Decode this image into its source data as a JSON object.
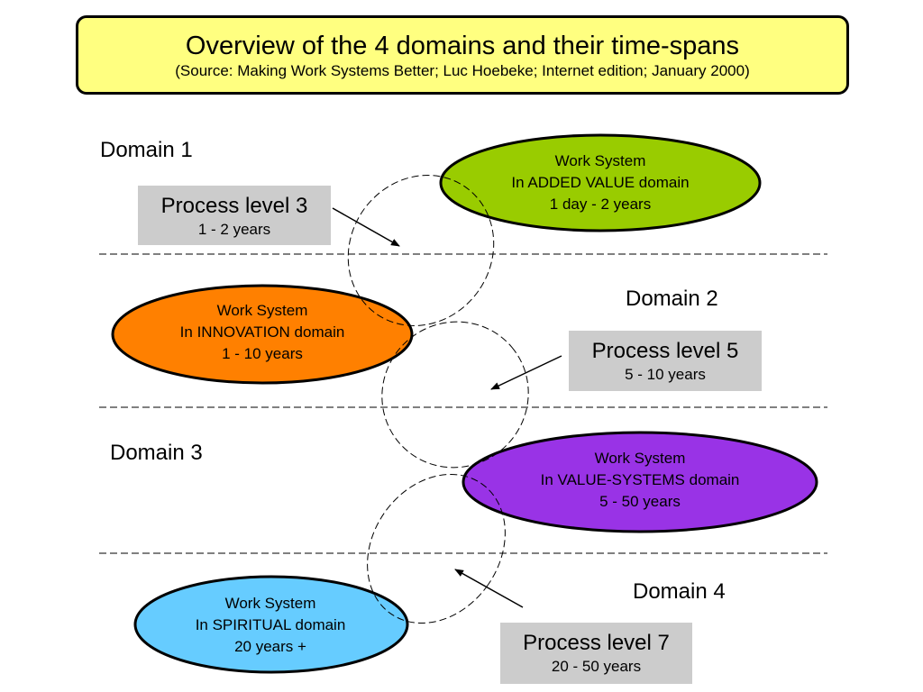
{
  "title": {
    "main": "Overview of the 4 domains and their time-spans",
    "source": "(Source: Making Work Systems Better; Luc Hoebeke; Internet edition; January 2000)"
  },
  "domains": [
    "Domain 1",
    "Domain 2",
    "Domain 3",
    "Domain 4"
  ],
  "work_systems": [
    {
      "line1": "Work System",
      "line2": "In ADDED VALUE domain",
      "line3": "1 day - 2 years",
      "color": "#99cc00"
    },
    {
      "line1": "Work System",
      "line2": "In INNOVATION domain",
      "line3": "1 - 10 years",
      "color": "#ff8000"
    },
    {
      "line1": "Work System",
      "line2": "In VALUE-SYSTEMS domain",
      "line3": "5 - 50 years",
      "color": "#9933e6"
    },
    {
      "line1": "Work System",
      "line2": "In SPIRITUAL domain",
      "line3": "20 years +",
      "color": "#66ccff"
    }
  ],
  "process_levels": [
    {
      "title": "Process level 3",
      "years": "1 - 2 years"
    },
    {
      "title": "Process level 5",
      "years": "5 - 10 years"
    },
    {
      "title": "Process level 7",
      "years": "20 - 50 years"
    }
  ],
  "colors": {
    "title_background": "#ffff80",
    "process_box_background": "#cccccc"
  }
}
